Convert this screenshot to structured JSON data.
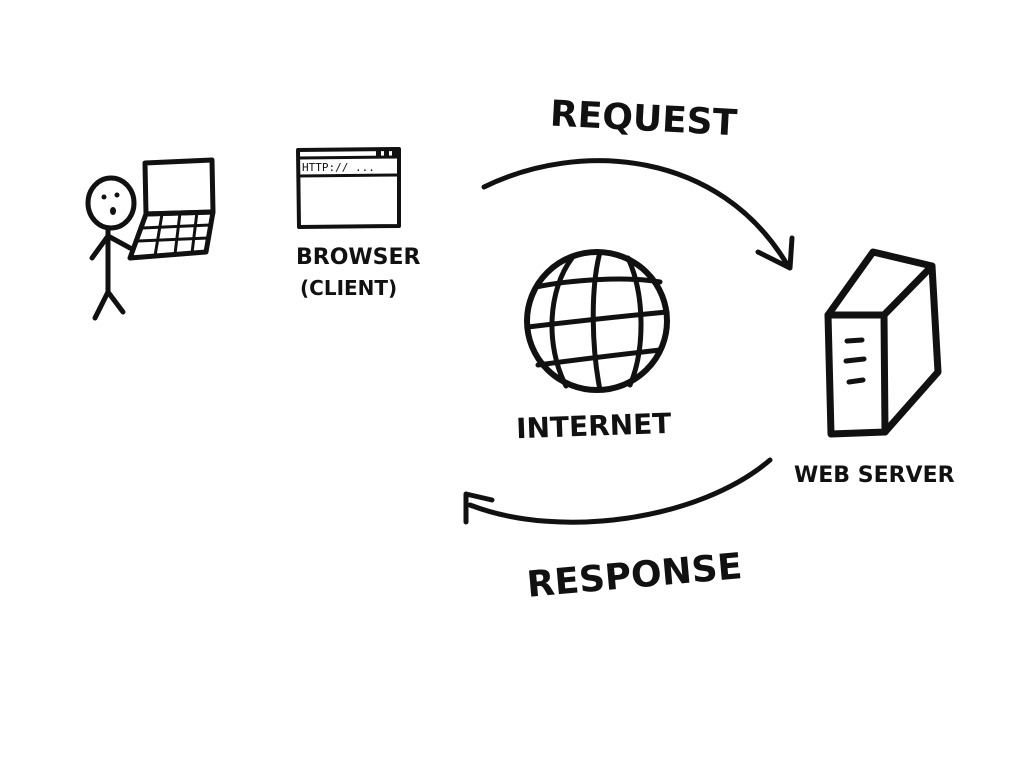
{
  "labels": {
    "request": "REQUEST",
    "response": "RESPONSE",
    "browser": "BROWSER",
    "client": "(CLIENT)",
    "internet": "INTERNET",
    "web_server": "WEB SERVER",
    "url_bar": "HTTP:// ..."
  },
  "colors": {
    "ink": "#111111",
    "paper": "#ffffff"
  }
}
